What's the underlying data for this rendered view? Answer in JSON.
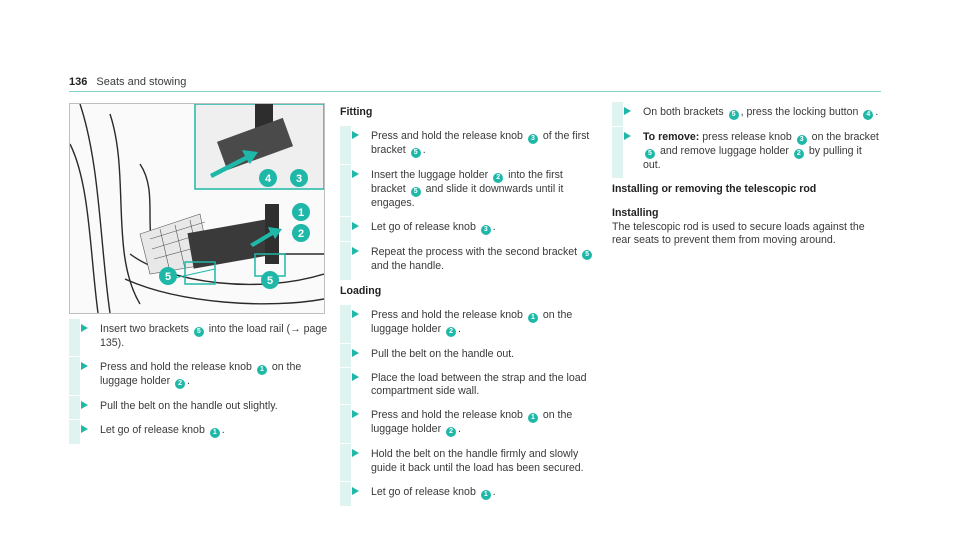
{
  "header": {
    "page_number": "136",
    "section": "Seats and stowing"
  },
  "colors": {
    "accent": "#1fb8a8",
    "step_bar": "#dff3f1",
    "rule": "#7fd4cc"
  },
  "figure": {
    "callouts": [
      "4",
      "3",
      "1",
      "2",
      "5",
      "5"
    ]
  },
  "col1": {
    "steps": [
      {
        "pre": "Insert two brackets ",
        "num": "5",
        "post": " into the load rail (→ page 135)."
      },
      {
        "pre": "Press and hold the release knob ",
        "num": "1",
        "mid": " on the luggage holder ",
        "num2": "2",
        "post": "."
      },
      {
        "text": "Pull the belt on the handle out slightly."
      },
      {
        "pre": "Let go of release knob ",
        "num": "1",
        "post": "."
      }
    ]
  },
  "col2": {
    "fitting_heading": "Fitting",
    "fitting_steps": [
      {
        "pre": "Press and hold the release knob ",
        "num": "3",
        "mid": " of the first bracket ",
        "num2": "5",
        "post": "."
      },
      {
        "pre": "Insert the luggage holder ",
        "num": "2",
        "mid": " into the first bracket ",
        "num2": "5",
        "post": " and slide it downwards until it engages."
      },
      {
        "pre": "Let go of release knob ",
        "num": "3",
        "post": "."
      },
      {
        "pre": "Repeat the process with the second bracket ",
        "num": "5",
        "post": " and the handle."
      }
    ],
    "loading_heading": "Loading",
    "loading_steps": [
      {
        "pre": "Press and hold the release knob ",
        "num": "1",
        "mid": " on the luggage holder ",
        "num2": "2",
        "post": "."
      },
      {
        "text": "Pull the belt on the handle out."
      },
      {
        "text": "Place the load between the strap and the load compartment side wall."
      },
      {
        "pre": "Press and hold the release knob ",
        "num": "1",
        "mid": " on the luggage holder ",
        "num2": "2",
        "post": "."
      },
      {
        "text": "Hold the belt on the handle firmly and slowly guide it back until the load has been secured."
      },
      {
        "pre": "Let go of release knob ",
        "num": "1",
        "post": "."
      }
    ]
  },
  "col3": {
    "step1": {
      "pre": "On both brackets ",
      "num": "5",
      "mid": ", press the locking button ",
      "num2": "4",
      "post": "."
    },
    "step2": {
      "lead": "To remove:",
      "pre": " press release knob ",
      "num": "3",
      "mid": " on the bracket ",
      "num2": "5",
      "mid2": " and remove luggage holder ",
      "num3": "2",
      "post": " by pulling it out."
    },
    "heading": "Installing or removing the telescopic rod",
    "subheading": "Installing",
    "paragraph": "The telescopic rod is used to secure loads against the rear seats to prevent them from moving around."
  }
}
